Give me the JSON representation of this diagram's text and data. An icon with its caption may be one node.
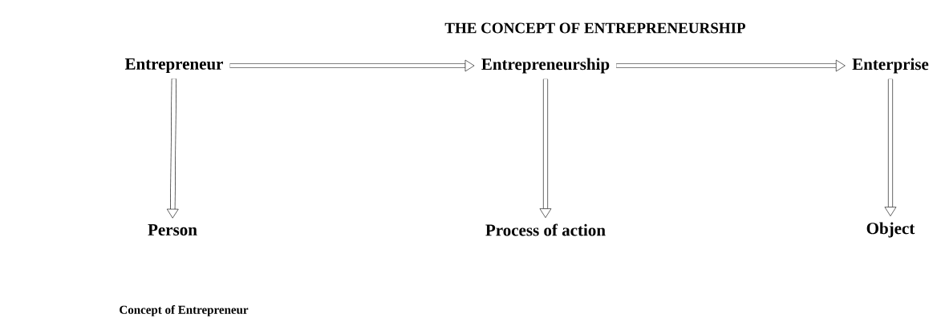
{
  "diagram": {
    "title": "THE CONCEPT OF ENTREPRENEURSHIP",
    "caption": "Concept of Entrepreneur",
    "nodes": [
      {
        "text": [
          "Entrepreneur"
        ]
      },
      {
        "text": [
          "Entrepreneurship"
        ]
      },
      {
        "text": [
          "Enterprise"
        ]
      },
      {
        "text": [
          "Person"
        ]
      },
      {
        "text": [
          "Process of action"
        ]
      },
      {
        "text": [
          "Object"
        ]
      }
    ],
    "edges": [
      {
        "from": 0,
        "to": 1,
        "arrow": "to"
      },
      {
        "from": 1,
        "to": 2,
        "arrow": "to"
      },
      {
        "from": 0,
        "to": 3,
        "arrow": "to"
      },
      {
        "from": 1,
        "to": 4,
        "arrow": "to"
      },
      {
        "from": 2,
        "to": 5,
        "arrow": "to"
      }
    ]
  }
}
